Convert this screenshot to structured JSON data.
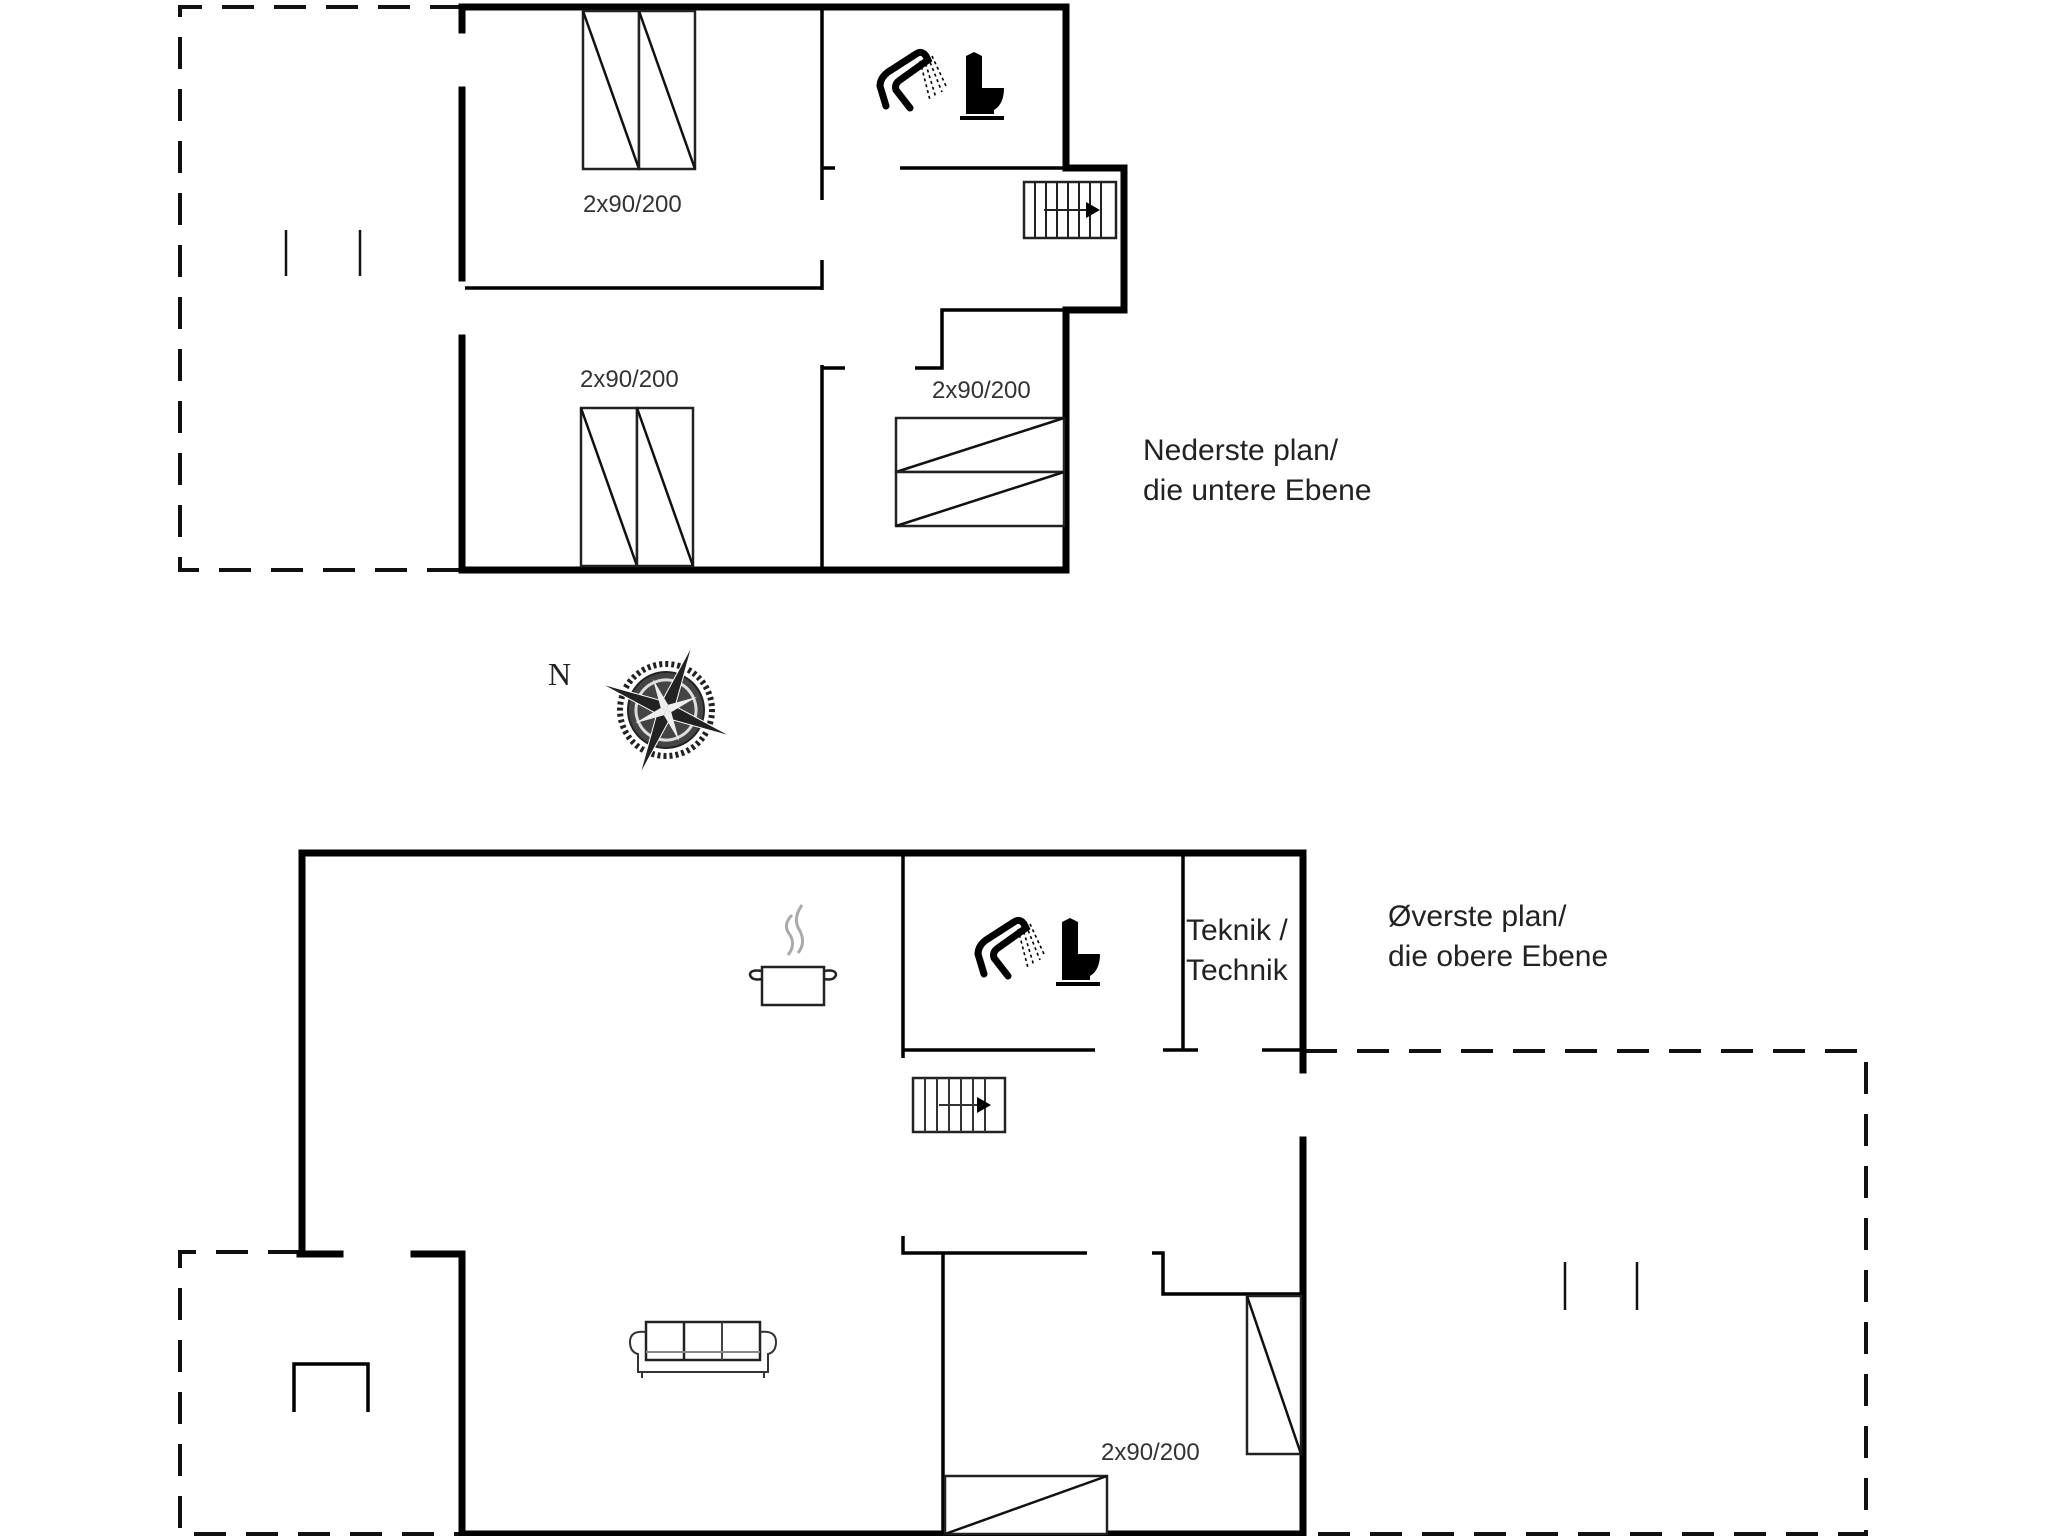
{
  "floorplan": {
    "lower_level": {
      "label_line1": "Nederste plan/",
      "label_line2": "die untere Ebene",
      "bed_labels": [
        "2x90/200",
        "2x90/200",
        "2x90/200"
      ],
      "icons": [
        "shower-icon",
        "toilet-icon",
        "staircase-icon",
        "terrace-icon"
      ]
    },
    "upper_level": {
      "label_line1": "Øverste plan/",
      "label_line2": "die obere Ebene",
      "room_label_line1": "Teknik /",
      "room_label_line2": "Technik",
      "bed_labels": [
        "2x90/200"
      ],
      "icons": [
        "kitchen-pot-icon",
        "shower-icon",
        "toilet-icon",
        "staircase-icon",
        "sofa-icon",
        "terrace-icon",
        "carport-icon"
      ]
    },
    "compass": {
      "label": "N",
      "icon": "compass-rose-icon"
    },
    "colors": {
      "line": "#000000",
      "background": "#ffffff",
      "text": "#222222"
    }
  }
}
